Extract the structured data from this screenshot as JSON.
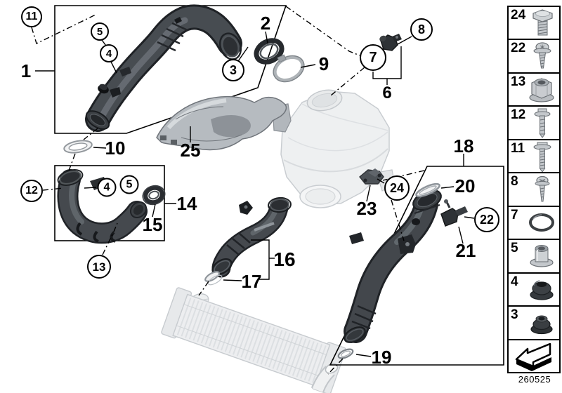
{
  "doc_number": "260525",
  "diagram": {
    "callouts": [
      {
        "label": "11",
        "type": "circle"
      },
      {
        "label": "5",
        "type": "circle"
      },
      {
        "label": "4",
        "type": "circle"
      },
      {
        "label": "1",
        "type": "plain"
      },
      {
        "label": "3",
        "type": "circle"
      },
      {
        "label": "2",
        "type": "plain"
      },
      {
        "label": "9",
        "type": "plain"
      },
      {
        "label": "7",
        "type": "circle"
      },
      {
        "label": "8",
        "type": "circle"
      },
      {
        "label": "6",
        "type": "plain"
      },
      {
        "label": "10",
        "type": "plain"
      },
      {
        "label": "12",
        "type": "circle"
      },
      {
        "label": "4",
        "type": "circle"
      },
      {
        "label": "5",
        "type": "circle"
      },
      {
        "label": "14",
        "type": "plain"
      },
      {
        "label": "15",
        "type": "plain"
      },
      {
        "label": "13",
        "type": "circle"
      },
      {
        "label": "25",
        "type": "plain"
      },
      {
        "label": "16",
        "type": "plain"
      },
      {
        "label": "17",
        "type": "plain"
      },
      {
        "label": "18",
        "type": "plain"
      },
      {
        "label": "20",
        "type": "plain"
      },
      {
        "label": "22",
        "type": "circle"
      },
      {
        "label": "21",
        "type": "plain"
      },
      {
        "label": "23",
        "type": "plain"
      },
      {
        "label": "24",
        "type": "circle"
      },
      {
        "label": "19",
        "type": "plain"
      }
    ]
  },
  "sidebar": {
    "items": [
      {
        "number": "24",
        "icon": "hex-flange-bolt-icon"
      },
      {
        "number": "22",
        "icon": "torx-screw-icon"
      },
      {
        "number": "13",
        "icon": "flange-nut-icon"
      },
      {
        "number": "12",
        "icon": "flange-screw-icon"
      },
      {
        "number": "11",
        "icon": "flange-screw-long-icon"
      },
      {
        "number": "8",
        "icon": "pan-screw-icon"
      },
      {
        "number": "7",
        "icon": "o-ring-icon"
      },
      {
        "number": "5",
        "icon": "bushing-icon"
      },
      {
        "number": "4",
        "icon": "rubber-grommet-icon"
      },
      {
        "number": "3",
        "icon": "rubber-mount-icon"
      }
    ],
    "footer_icon": "direction-arrow-icon"
  }
}
